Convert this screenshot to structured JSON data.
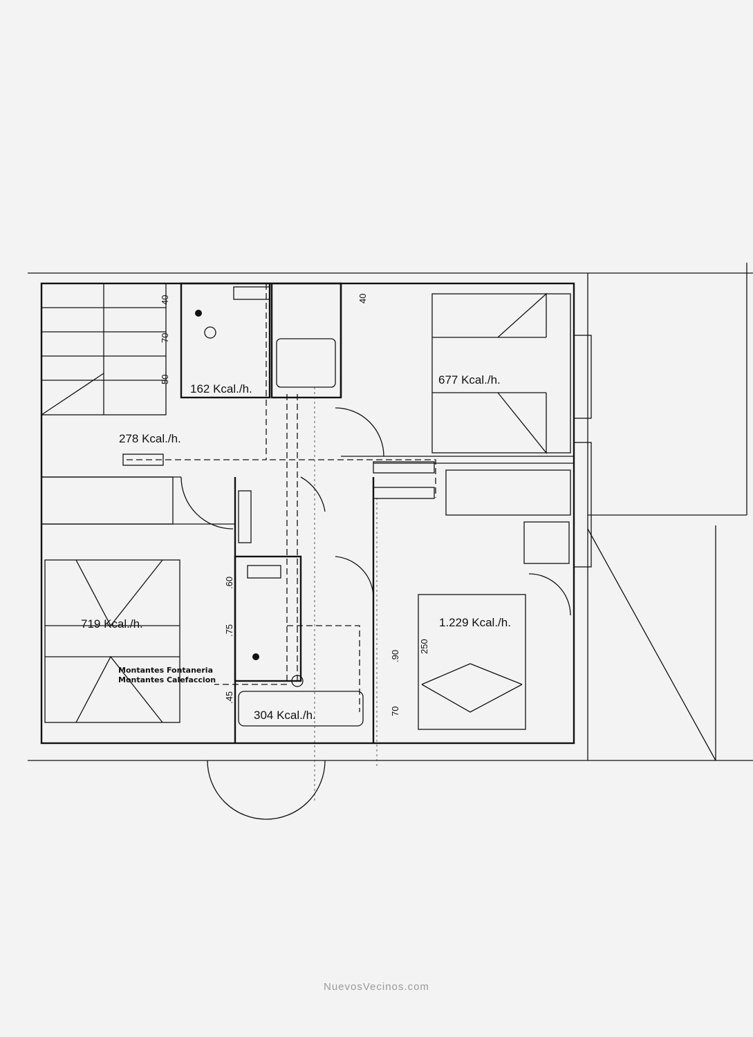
{
  "rooms": [
    {
      "name": "bathroom-top",
      "heat_load": "162 Kcal./h."
    },
    {
      "name": "bedroom-top-right",
      "heat_load": "677 Kcal./h."
    },
    {
      "name": "hallway",
      "heat_load": "278 Kcal./h."
    },
    {
      "name": "bedroom-left",
      "heat_load": "719 Kcal./h."
    },
    {
      "name": "master-bedroom",
      "heat_load": "1.229 Kcal./h."
    },
    {
      "name": "bathroom-bottom",
      "heat_load": "304 Kcal./h."
    }
  ],
  "dimensions": {
    "top_bath_1": "40",
    "top_bath_2": "70",
    "top_bath_3": "50",
    "top_right": "40",
    "low_bath_1": ".60",
    "low_bath_2": ".75",
    "low_bath_3": ".45",
    "master_1": ".90",
    "master_2": "250",
    "master_3": "70"
  },
  "legend": {
    "line1": "Montantes Fontaneria",
    "line2": "Montantes Calefaccion"
  },
  "watermark": "NuevosVecinos.com"
}
